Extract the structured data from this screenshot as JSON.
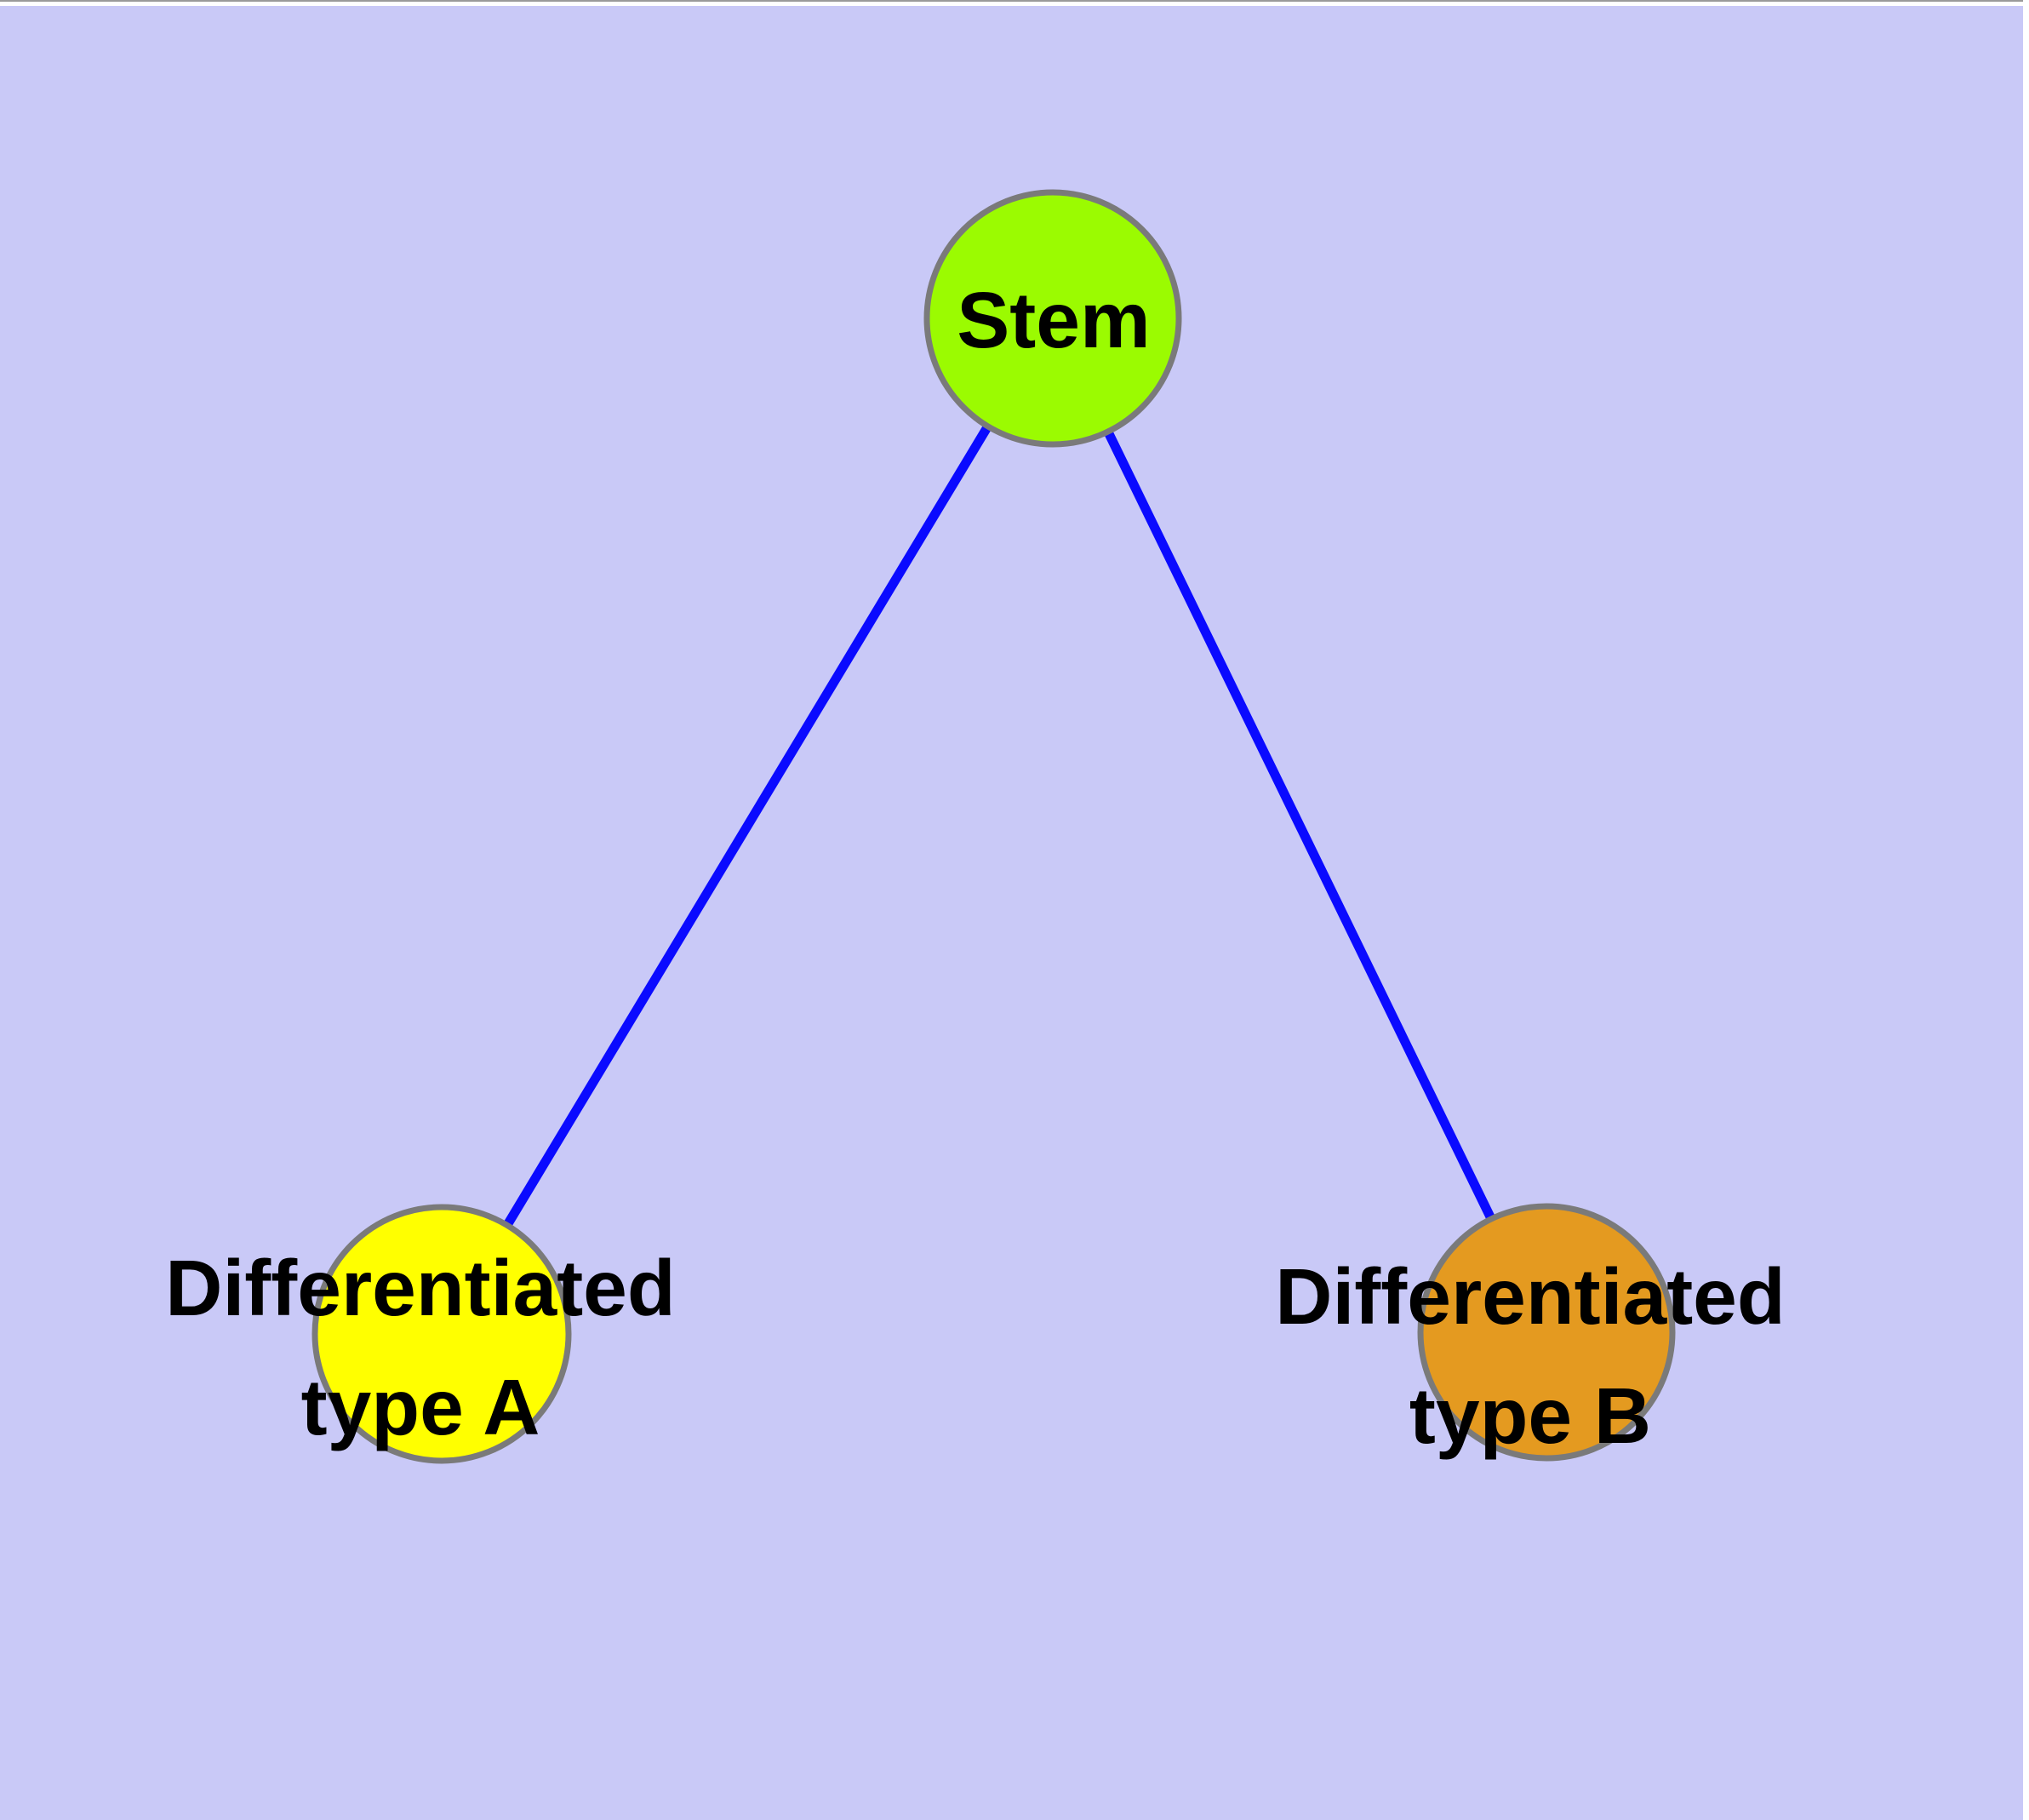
{
  "diagram": {
    "type": "graph",
    "background_color": "#C9C9F7",
    "edge_color": "#0A0AFF",
    "node_border_color": "#7A7A7A",
    "label_color": "#000000",
    "nodes": {
      "stem": {
        "label": "Stem",
        "color": "#9BFB01"
      },
      "type_a": {
        "label_line1": "Differentiated",
        "label_line2": "type A",
        "color": "#FFFF00"
      },
      "type_b": {
        "label_line1": "Differentiated",
        "label_line2": "type B",
        "color": "#E49A20"
      }
    },
    "edges": [
      {
        "from": "Stem",
        "to": "Differentiated type A"
      },
      {
        "from": "Stem",
        "to": "Differentiated type B"
      }
    ]
  }
}
